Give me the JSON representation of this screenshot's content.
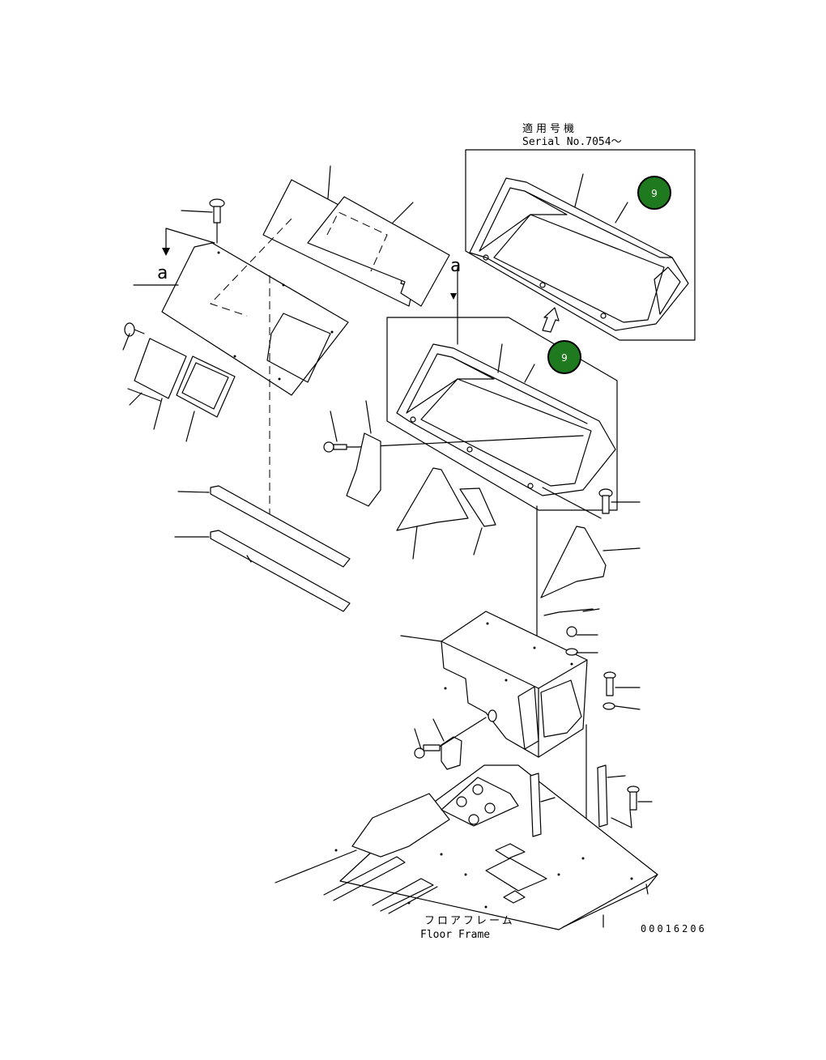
{
  "serial_note": {
    "title_jp": "適用号機",
    "serial": "Serial No.7054～"
  },
  "view_label": "a",
  "floor_label": {
    "jp": "フロアフレーム",
    "en": "Floor Frame"
  },
  "drawing_number": "00016206",
  "callouts": [
    {
      "label": "9",
      "color": "#1f7a1f"
    },
    {
      "label": "9",
      "color": "#1f7a1f"
    }
  ]
}
